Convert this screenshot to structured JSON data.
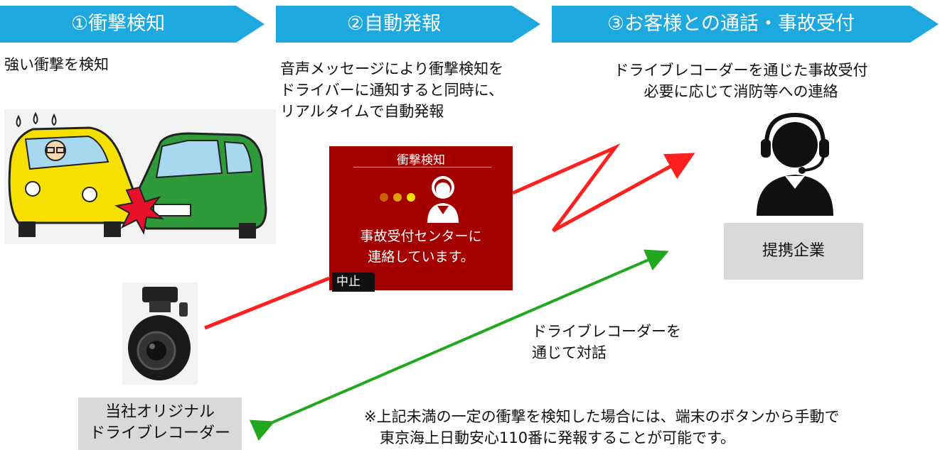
{
  "steps": [
    {
      "label": "①衝撃検知"
    },
    {
      "label": "②自動発報"
    },
    {
      "label": "③お客様との通話・事故受付"
    }
  ],
  "step1": {
    "text": "強い衝撃を検知"
  },
  "step2": {
    "lines": [
      "音声メッセージにより衝撃検知を",
      "ドライバーに通知すると同時に、",
      "リアルタイムで自動発報"
    ]
  },
  "step3": {
    "lines": [
      "ドライブレコーダーを通じた事故受付",
      "必要に応じて消防等への連絡"
    ]
  },
  "screen": {
    "title": "衝撃検知",
    "message_lines": [
      "事故受付センターに",
      "連絡しています。"
    ],
    "stop_button": "中止"
  },
  "partner": {
    "label": "提携企業"
  },
  "recorder": {
    "lines": [
      "当社オリジナル",
      "ドライブレコーダー"
    ]
  },
  "dialog": {
    "lines": [
      "ドライブレコーダーを",
      "通じて対話"
    ]
  },
  "note": {
    "lines": [
      "※上記未満の一定の衝撃を検知した場合には、端末のボタンから手動で",
      "東京海上日動安心110番に発報することが可能です。"
    ]
  },
  "colors": {
    "step_banner": "#1ea8e0",
    "screen_bg": "#a50000",
    "red_arrow": "#ff2020",
    "green_arrow": "#22a81e",
    "label_box": "#d9d9d9"
  },
  "icons": [
    "car-crash-illustration",
    "dashcam-icon",
    "operator-headset-icon"
  ]
}
